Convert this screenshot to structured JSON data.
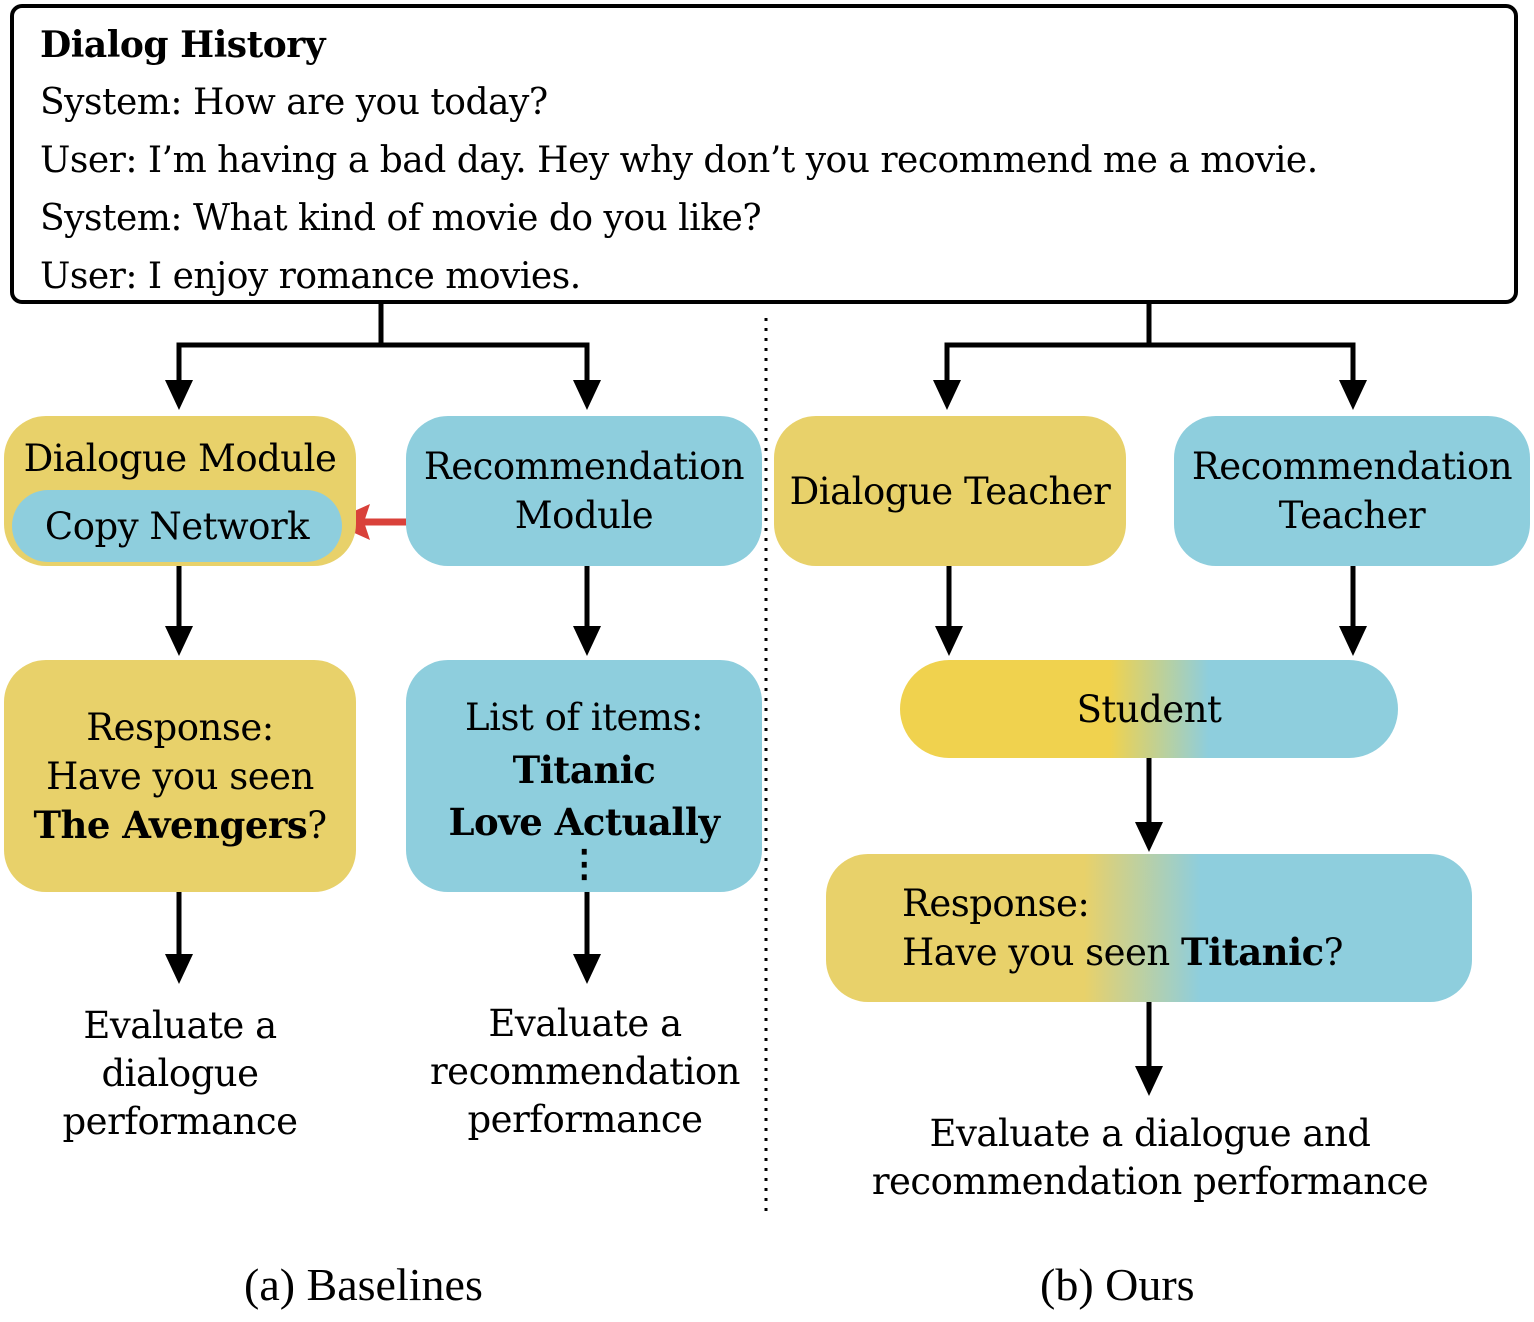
{
  "dialog_history": {
    "title": "Dialog History",
    "lines": [
      "System: How are you today?",
      "User: I’m having a bad day. Hey why don’t you recommend me a movie.",
      "System: What kind of movie do you like?",
      "User: I enjoy romance movies."
    ]
  },
  "baselines": {
    "dialogue_module": "Dialogue Module",
    "copy_network": "Copy Network",
    "recommendation_module": [
      "Recommendation",
      "Module"
    ],
    "response": {
      "label": "Response:",
      "line2": "Have you seen",
      "movie": "The Avengers",
      "suffix": "?"
    },
    "list": {
      "label": "List of items:",
      "items": [
        "Titanic",
        "Love Actually"
      ],
      "ellipsis": "⋮"
    },
    "eval_dialogue": [
      "Evaluate a",
      "dialogue",
      "performance"
    ],
    "eval_recommendation": [
      "Evaluate a",
      "recommendation",
      "performance"
    ],
    "caption": "(a) Baselines"
  },
  "ours": {
    "dialogue_teacher": "Dialogue Teacher",
    "recommendation_teacher": [
      "Recommendation",
      "Teacher"
    ],
    "student": "Student",
    "response": {
      "label": "Response:",
      "prefix": "Have you seen ",
      "movie": "Titanic",
      "suffix": "?"
    },
    "eval": [
      "Evaluate a dialogue and",
      "recommendation performance"
    ],
    "caption": "(b) Ours"
  },
  "colors": {
    "yellow": "#e8d16a",
    "blue": "#8ecedd",
    "arrow_red": "#d9413a"
  }
}
